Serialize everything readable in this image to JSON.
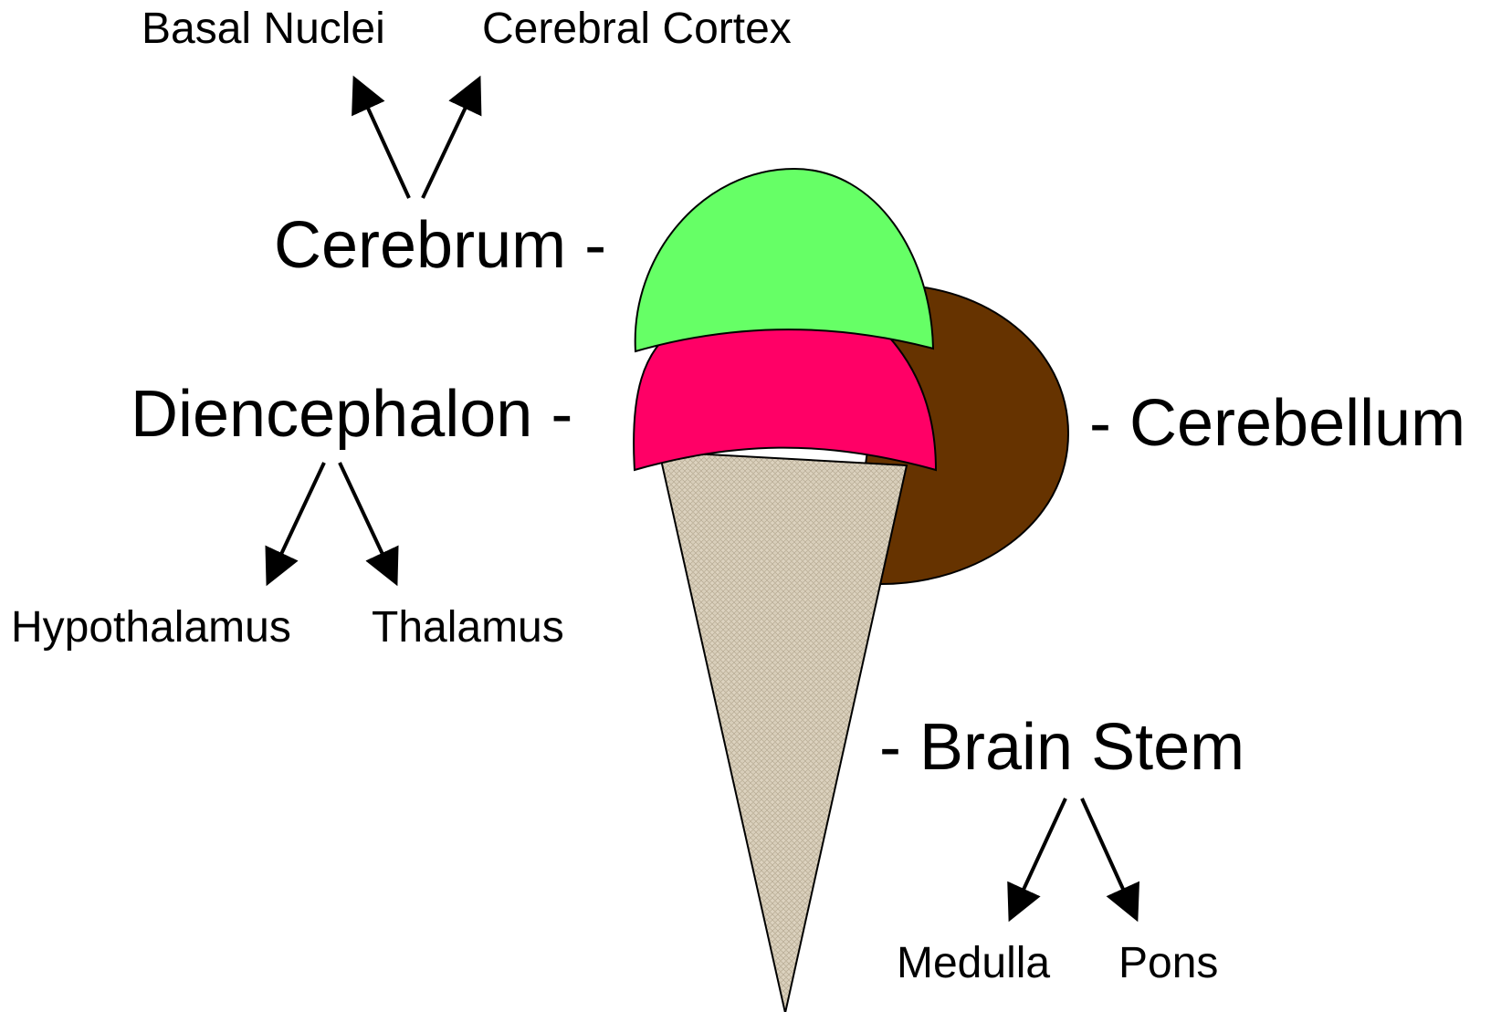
{
  "labels": {
    "basal_nuclei": "Basal Nuclei",
    "cerebral_cortex": "Cerebral Cortex",
    "cerebrum": "Cerebrum -",
    "diencephalon": "Diencephalon -",
    "cerebellum": "- Cerebellum",
    "hypothalamus": "Hypothalamus",
    "thalamus": "Thalamus",
    "brain_stem": "- Brain Stem",
    "medulla": "Medulla",
    "pons": "Pons"
  },
  "colors": {
    "cerebrum": "#66ff66",
    "diencephalon": "#ff0066",
    "cerebellum": "#663300",
    "cone": "#ddd3c0",
    "outline": "#000000"
  }
}
